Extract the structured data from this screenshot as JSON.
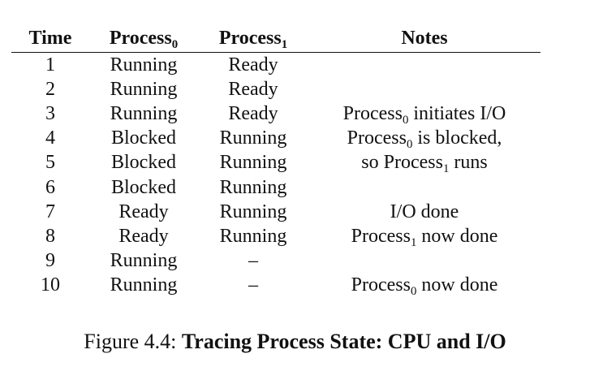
{
  "table": {
    "headers": [
      {
        "base": "Time",
        "sub": ""
      },
      {
        "base": "Process",
        "sub": "0"
      },
      {
        "base": "Process",
        "sub": "1"
      },
      {
        "base": "Notes",
        "sub": ""
      }
    ],
    "rows": [
      {
        "time": "1",
        "p0": "Running",
        "p1": "Ready",
        "note": {
          "pre": "",
          "sub": "",
          "post": ""
        }
      },
      {
        "time": "2",
        "p0": "Running",
        "p1": "Ready",
        "note": {
          "pre": "",
          "sub": "",
          "post": ""
        }
      },
      {
        "time": "3",
        "p0": "Running",
        "p1": "Ready",
        "note": {
          "pre": "Process",
          "sub": "0",
          "post": " initiates I/O"
        }
      },
      {
        "time": "4",
        "p0": "Blocked",
        "p1": "Running",
        "note": {
          "pre": "Process",
          "sub": "0",
          "post": " is blocked,"
        }
      },
      {
        "time": "5",
        "p0": "Blocked",
        "p1": "Running",
        "note": {
          "pre": "so Process",
          "sub": "1",
          "post": " runs"
        }
      },
      {
        "time": "6",
        "p0": "Blocked",
        "p1": "Running",
        "note": {
          "pre": "",
          "sub": "",
          "post": ""
        }
      },
      {
        "time": "7",
        "p0": "Ready",
        "p1": "Running",
        "note": {
          "pre": "I/O done",
          "sub": "",
          "post": ""
        }
      },
      {
        "time": "8",
        "p0": "Ready",
        "p1": "Running",
        "note": {
          "pre": "Process",
          "sub": "1",
          "post": " now done"
        }
      },
      {
        "time": "9",
        "p0": "Running",
        "p1": "–",
        "note": {
          "pre": "",
          "sub": "",
          "post": ""
        }
      },
      {
        "time": "10",
        "p0": "Running",
        "p1": "–",
        "note": {
          "pre": "Process",
          "sub": "0",
          "post": " now done"
        }
      }
    ]
  },
  "caption": {
    "label": "Figure 4.4:",
    "title": "Tracing Process State: CPU and I/O"
  }
}
